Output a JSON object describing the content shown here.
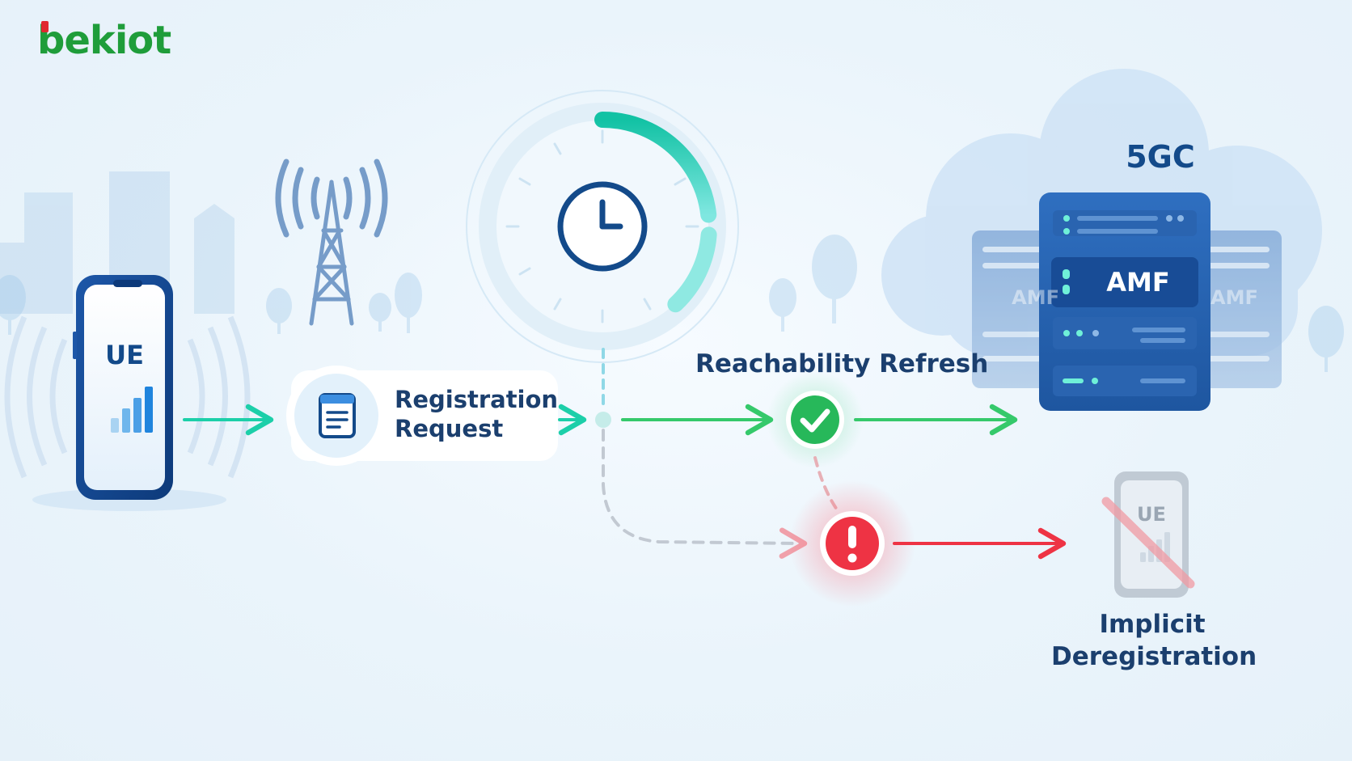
{
  "logo": {
    "text": "bekiot"
  },
  "ue": {
    "label": "UE"
  },
  "registration": {
    "line1": "Registration",
    "line2": "Request"
  },
  "refresh": {
    "label": "Reachability Refresh"
  },
  "core": {
    "label": "5GC",
    "amf_label": "AMF",
    "side_label_left": "AMF",
    "side_label_right": "AMF"
  },
  "dereg": {
    "ue_label": "UE",
    "line1": "Implicit",
    "line2": "Deregistration"
  },
  "timer": {
    "progress": 0.33
  },
  "icons": [
    "tower-icon",
    "document-icon",
    "clock-icon",
    "check-icon",
    "alert-icon",
    "signal-bars-icon"
  ],
  "colors": {
    "navy": "#134a8a",
    "green": "#2ecc71",
    "teal": "#1ccfa9",
    "red": "#ee3344",
    "logo_green": "#1f9d3a",
    "logo_red": "#e0292f"
  }
}
